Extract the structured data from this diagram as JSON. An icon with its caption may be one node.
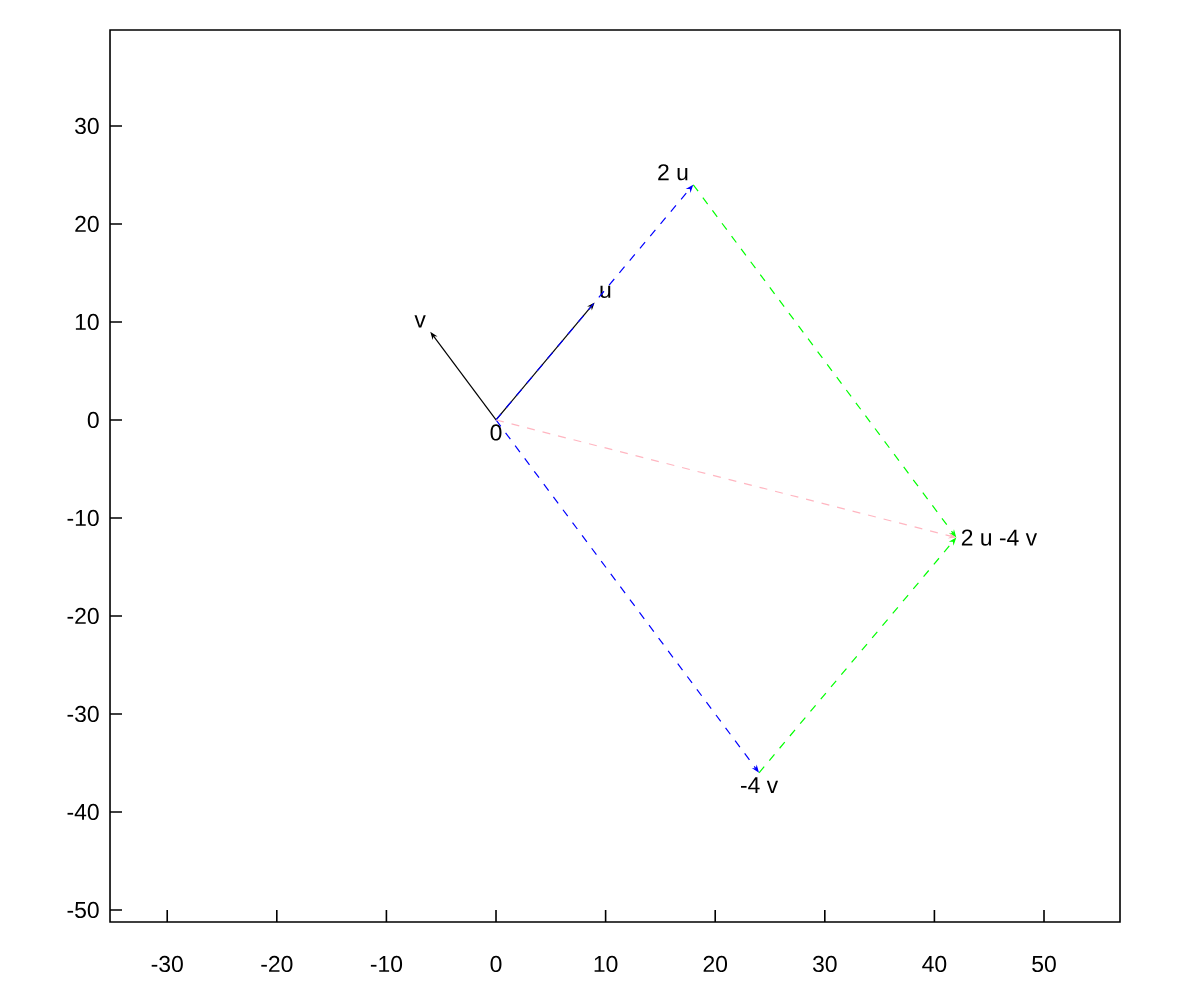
{
  "diagram": {
    "nodes": [
      {
        "text": [
          "0"
        ]
      },
      {
        "text": [
          "u"
        ]
      },
      {
        "text": [
          "v"
        ]
      },
      {
        "text": [
          "2 u"
        ]
      },
      {
        "text": [
          "-4 v"
        ]
      },
      {
        "text": [
          "2 u -4 v"
        ]
      }
    ],
    "edges": [
      {
        "from": 0,
        "to": 1,
        "arrow": "to"
      },
      {
        "from": 0,
        "to": 2,
        "arrow": "to"
      },
      {
        "from": 0,
        "to": 3,
        "arrow": "to",
        "style": "dashed",
        "color": "#0000ff"
      },
      {
        "from": 0,
        "to": 4,
        "arrow": "to",
        "style": "dashed",
        "color": "#0000ff"
      },
      {
        "from": 3,
        "to": 5,
        "arrow": "to",
        "style": "dashed",
        "color": "#00ff00"
      },
      {
        "from": 4,
        "to": 5,
        "arrow": "to",
        "style": "dashed",
        "color": "#00ff00"
      },
      {
        "from": 0,
        "to": 5,
        "arrow": "to",
        "style": "dashed",
        "color": "#ffb6c1"
      }
    ],
    "labels": [
      "30",
      "20",
      "10",
      "0",
      "-10",
      "-20",
      "-30",
      "-40",
      "-50",
      "-30",
      "-20",
      "-10",
      "0",
      "10",
      "20",
      "30",
      "40",
      "50"
    ]
  }
}
